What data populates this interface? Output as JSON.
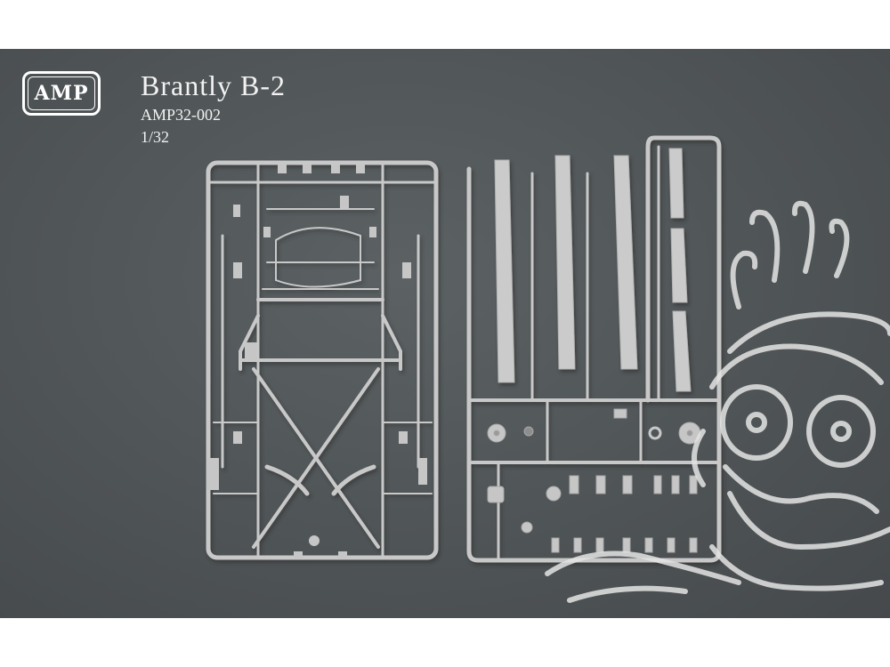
{
  "brand": {
    "logo_text": "AMP"
  },
  "product": {
    "name": "Brantly B-2",
    "code": "AMP32-002",
    "scale": "1/32"
  },
  "colors": {
    "background": "#52585a",
    "plastic": "#c9c9c9",
    "text": "#f2f2f2"
  },
  "icons": [
    "mascot-watermark"
  ]
}
